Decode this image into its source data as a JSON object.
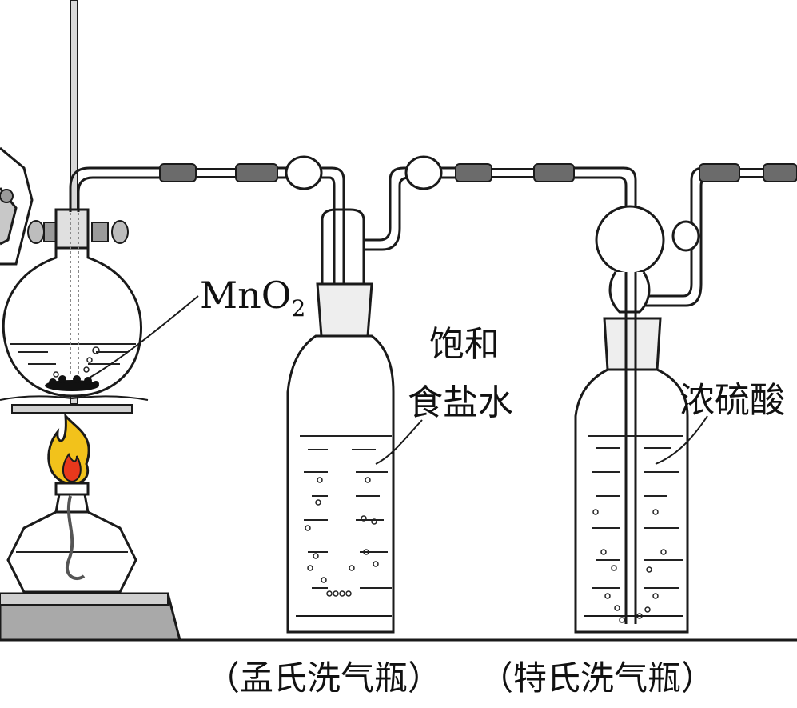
{
  "labels": {
    "reagent_main": "MnO",
    "reagent_sub": "2",
    "wash1_line1": "饱和",
    "wash1_line2": "食盐水",
    "wash2": "浓硫酸"
  },
  "caption": {
    "bottle1": "（孟氏洗气瓶）",
    "bottle2": "（特氏洗气瓶）"
  },
  "colors": {
    "line": "#1a1a1a",
    "glass": "#ffffff",
    "stopper": "#eeeeee",
    "connector": "#6b6b6b",
    "flame_outer": "#f2c21b",
    "flame_inner": "#e8381c",
    "stand": "#b9b9b9",
    "liquid_line": "#222222"
  },
  "icons": [
    "iron-stand",
    "round-bottom-flask",
    "alcohol-lamp",
    "wash-bottle",
    "rubber-connector",
    "flame"
  ]
}
